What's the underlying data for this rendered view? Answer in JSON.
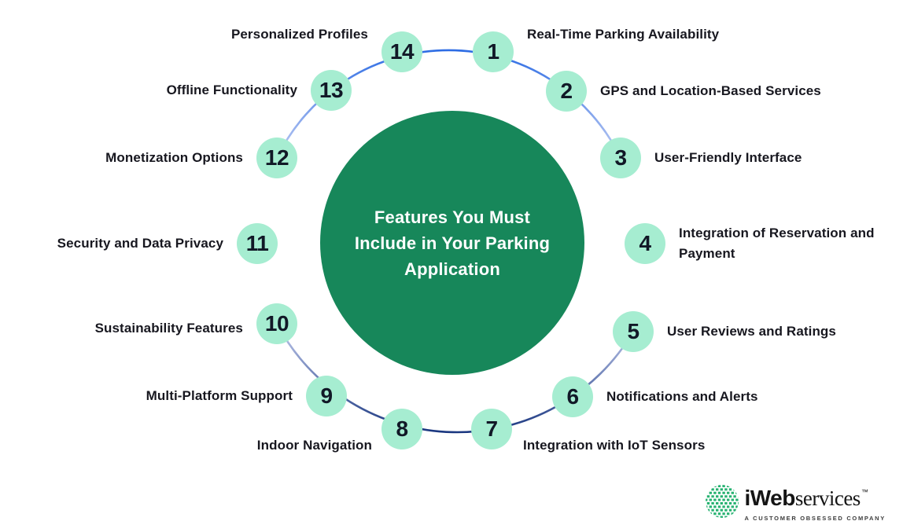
{
  "title": {
    "full": "Features You Must Include in Your Parking Application",
    "lines": [
      "Features You Must",
      "Include in Your Parking",
      "Application"
    ]
  },
  "items": [
    {
      "number": "1",
      "label": "Real-Time Parking Availability"
    },
    {
      "number": "2",
      "label": "GPS and Location-Based Services"
    },
    {
      "number": "3",
      "label": "User-Friendly Interface"
    },
    {
      "number": "4",
      "label": "Integration of Reservation and Payment"
    },
    {
      "number": "5",
      "label": "User Reviews and Ratings"
    },
    {
      "number": "6",
      "label": "Notifications and Alerts"
    },
    {
      "number": "7",
      "label": "Integration with IoT Sensors"
    },
    {
      "number": "8",
      "label": "Indoor Navigation"
    },
    {
      "number": "9",
      "label": "Multi-Platform Support"
    },
    {
      "number": "10",
      "label": "Sustainability Features"
    },
    {
      "number": "11",
      "label": "Security and Data Privacy"
    },
    {
      "number": "12",
      "label": "Monetization Options"
    },
    {
      "number": "13",
      "label": "Offline Functionality"
    },
    {
      "number": "14",
      "label": "Personalized Profiles"
    }
  ],
  "colors": {
    "background": "#ffffff",
    "center_circle": "#17875A",
    "title_text": "#ffffff",
    "item_circle": "#A6EDD1",
    "item_number": "#111827",
    "label_text": "#17171F",
    "arc_blue": "#2B6BE4",
    "arc_light": "#C9D2F3",
    "arc_navy": "#17347E",
    "logo_green": "#26B271"
  },
  "logo": {
    "name_bold": "iWeb",
    "name_serif": "services",
    "trademark": "™",
    "tagline": "A CUSTOMER OBSESSED COMPANY",
    "icon": "dotted-globe-icon"
  }
}
